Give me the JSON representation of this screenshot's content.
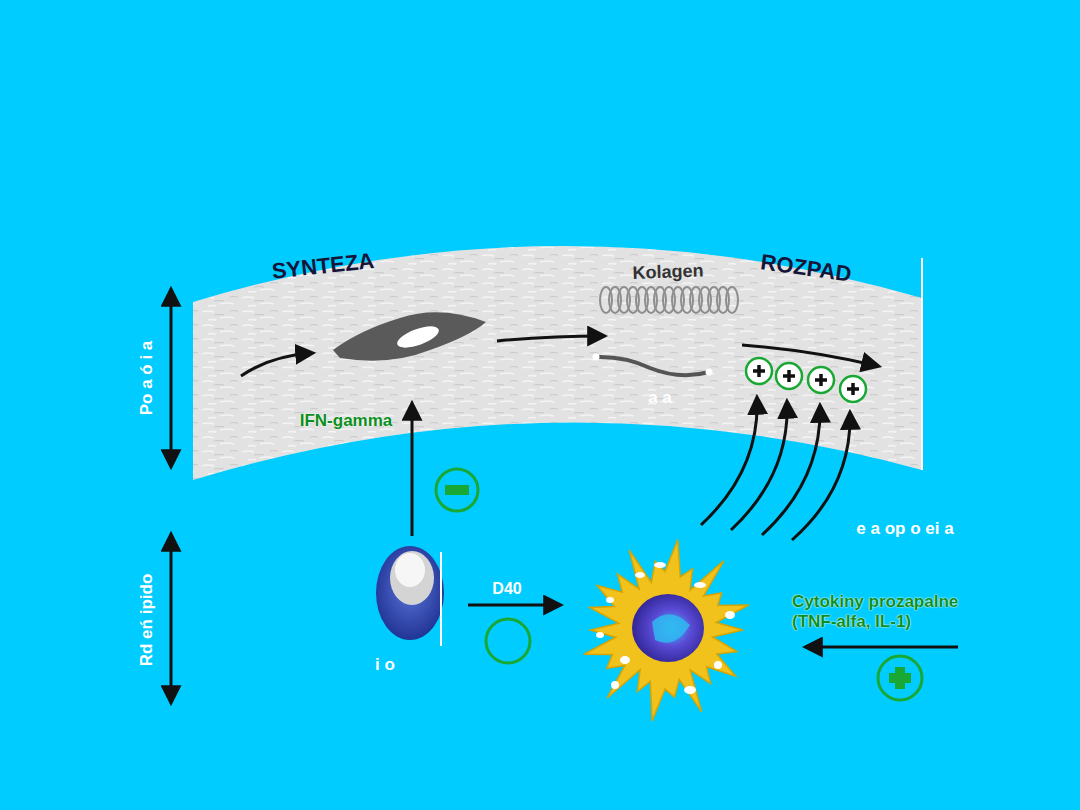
{
  "diagram": {
    "labels": [
      "SYNTEZA",
      "Kolagen",
      "ROZPAD",
      "IFN-gamma",
      "a a",
      "Po a ó i a",
      "Rd eń ipido",
      "D40",
      "i o",
      "e a op o ei a",
      "Cytokiny prozapalne (TNF-alfa, IL-1)"
    ]
  }
}
